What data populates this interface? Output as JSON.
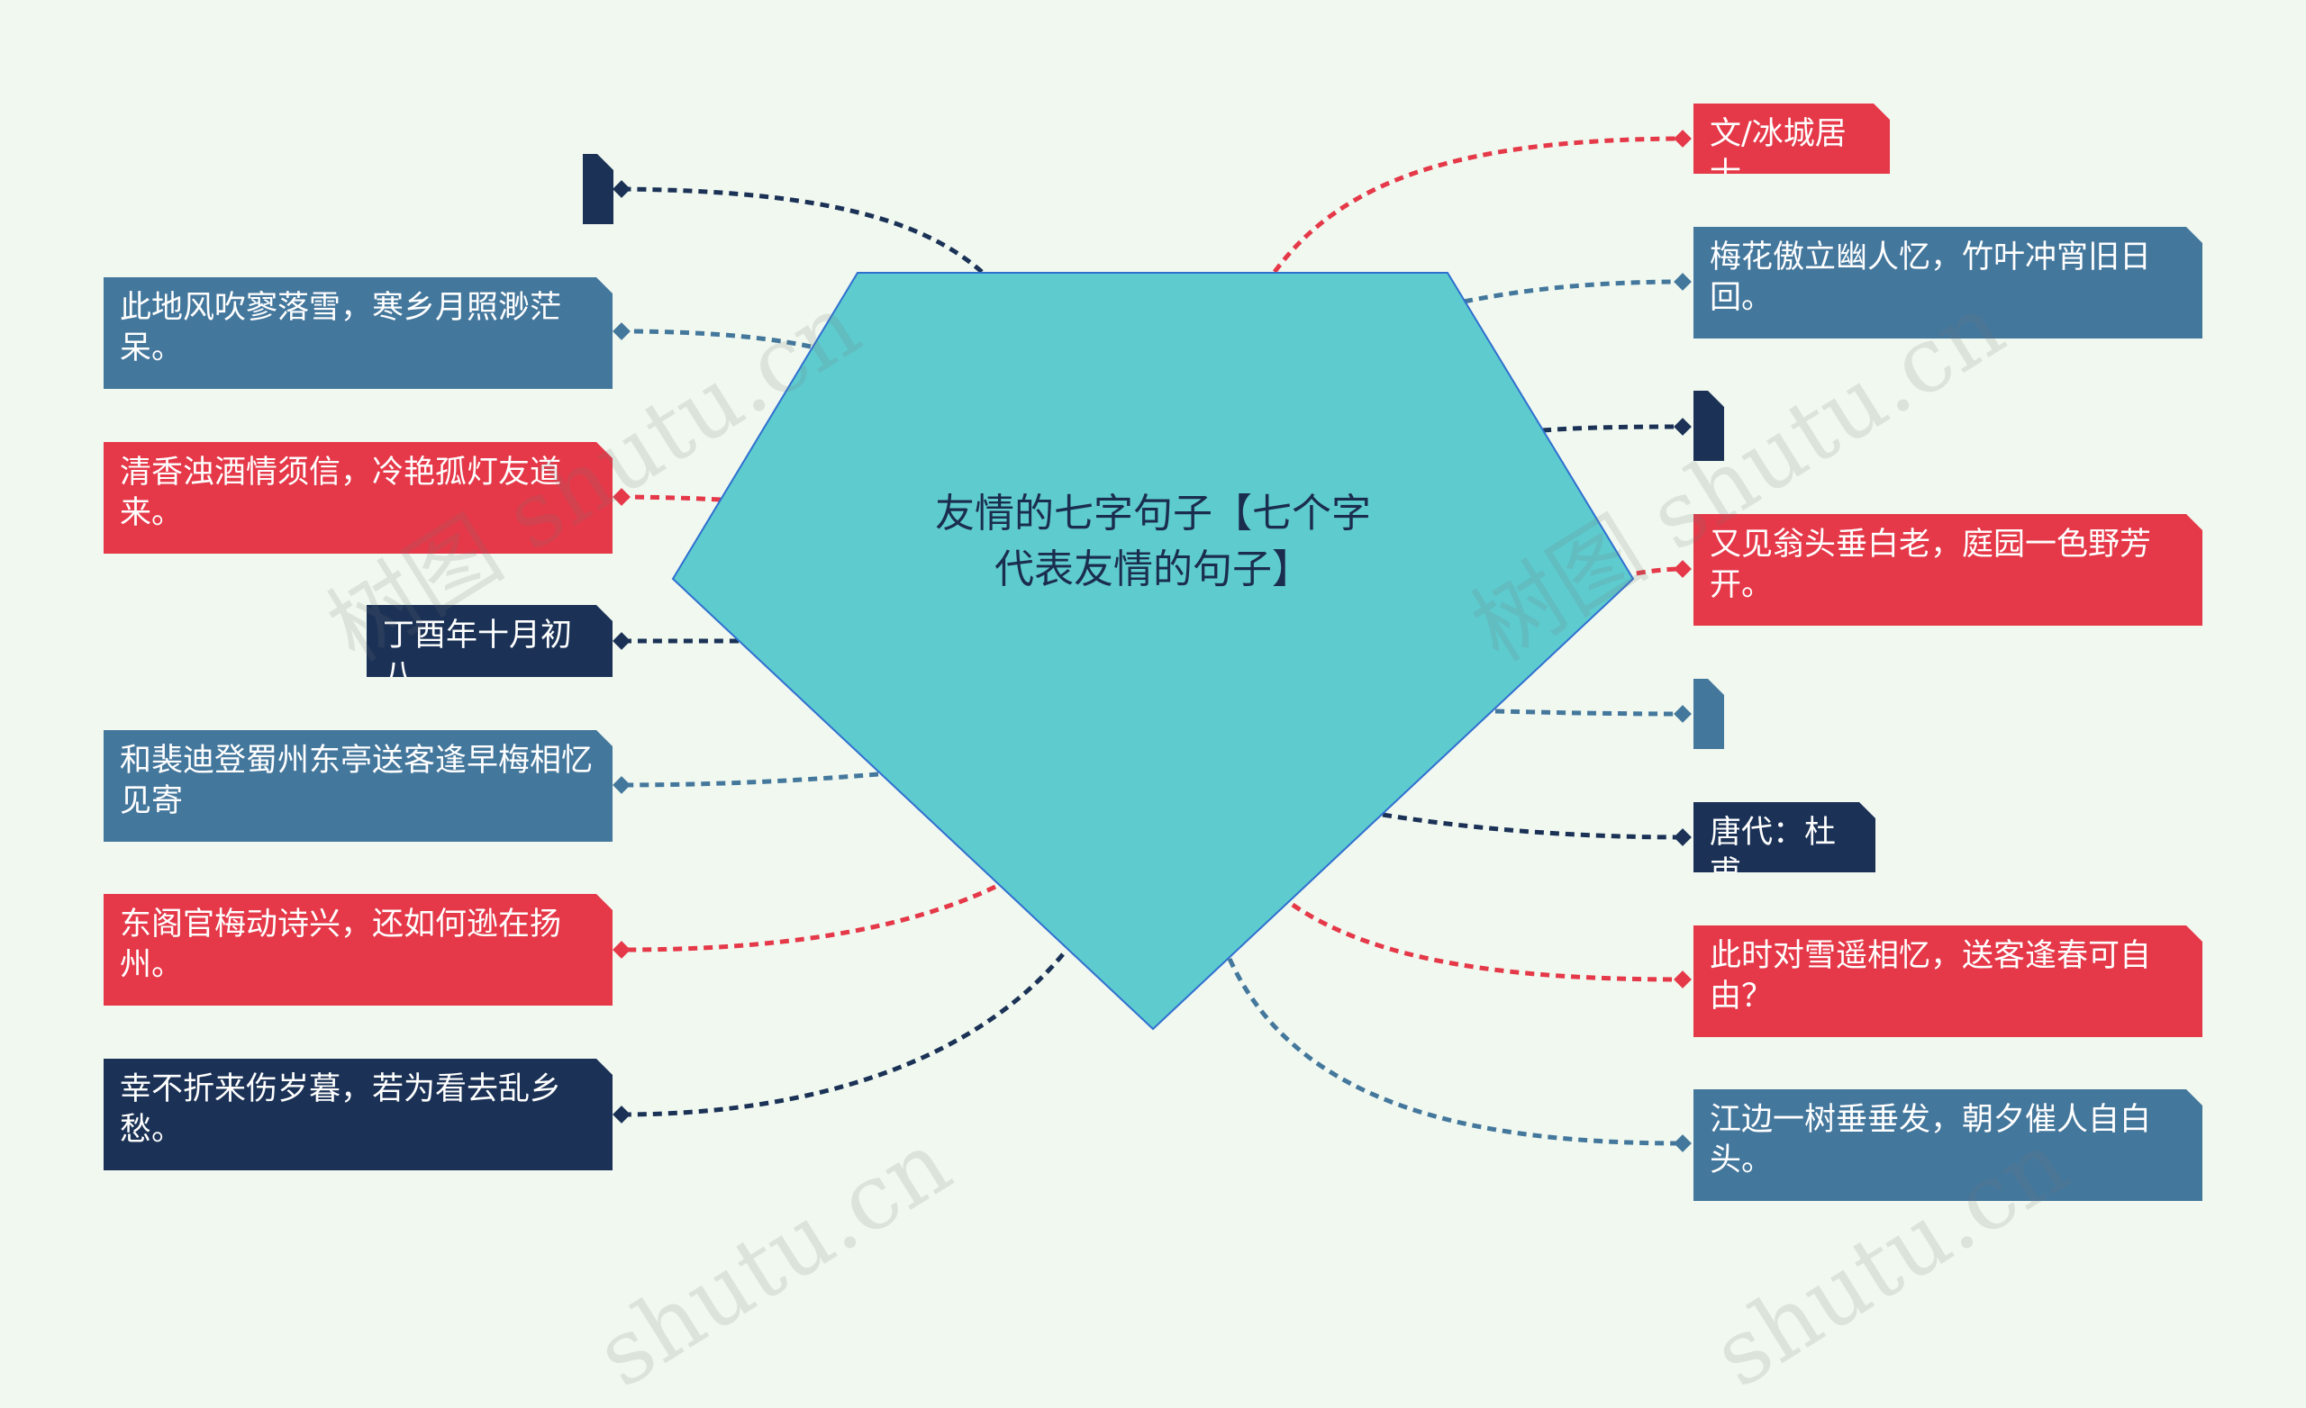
{
  "center": {
    "title_line1": "友情的七字句子【七个字",
    "title_line2": "代表友情的句子】",
    "fill_color": "#5ecbcf"
  },
  "left_nodes": [
    {
      "text": "",
      "color": "#1b3256"
    },
    {
      "text": "此地风吹寥落雪，寒乡月照渺茫呆。",
      "color": "#44779c"
    },
    {
      "text": "清香浊酒情须信，冷艳孤灯友道来。",
      "color": "#e53848"
    },
    {
      "text": "丁酉年十月初八",
      "color": "#1b3256"
    },
    {
      "text": "和裴迪登蜀州东亭送客逢早梅相忆见寄",
      "color": "#44779c"
    },
    {
      "text": "东阁官梅动诗兴，还如何逊在扬州。",
      "color": "#e53848"
    },
    {
      "text": "幸不折来伤岁暮，若为看去乱乡愁。",
      "color": "#1b3256"
    }
  ],
  "right_nodes": [
    {
      "text": "文/冰城居士",
      "color": "#e53848"
    },
    {
      "text": "梅花傲立幽人忆，竹叶冲宵旧日回。",
      "color": "#44779c"
    },
    {
      "text": "",
      "color": "#1b3256"
    },
    {
      "text": "又见翁头垂白老，庭园一色野芳开。",
      "color": "#e53848"
    },
    {
      "text": "",
      "color": "#44779c"
    },
    {
      "text": "唐代：杜甫",
      "color": "#1b3256"
    },
    {
      "text": "此时对雪遥相忆，送客逢春可自由？",
      "color": "#e53848"
    },
    {
      "text": "江边一树垂垂发，朝夕催人自白头。",
      "color": "#44779c"
    }
  ],
  "watermarks": [
    "树图 shutu.cn",
    "树图 shutu.cn",
    "shutu.cn",
    "shutu.cn"
  ]
}
